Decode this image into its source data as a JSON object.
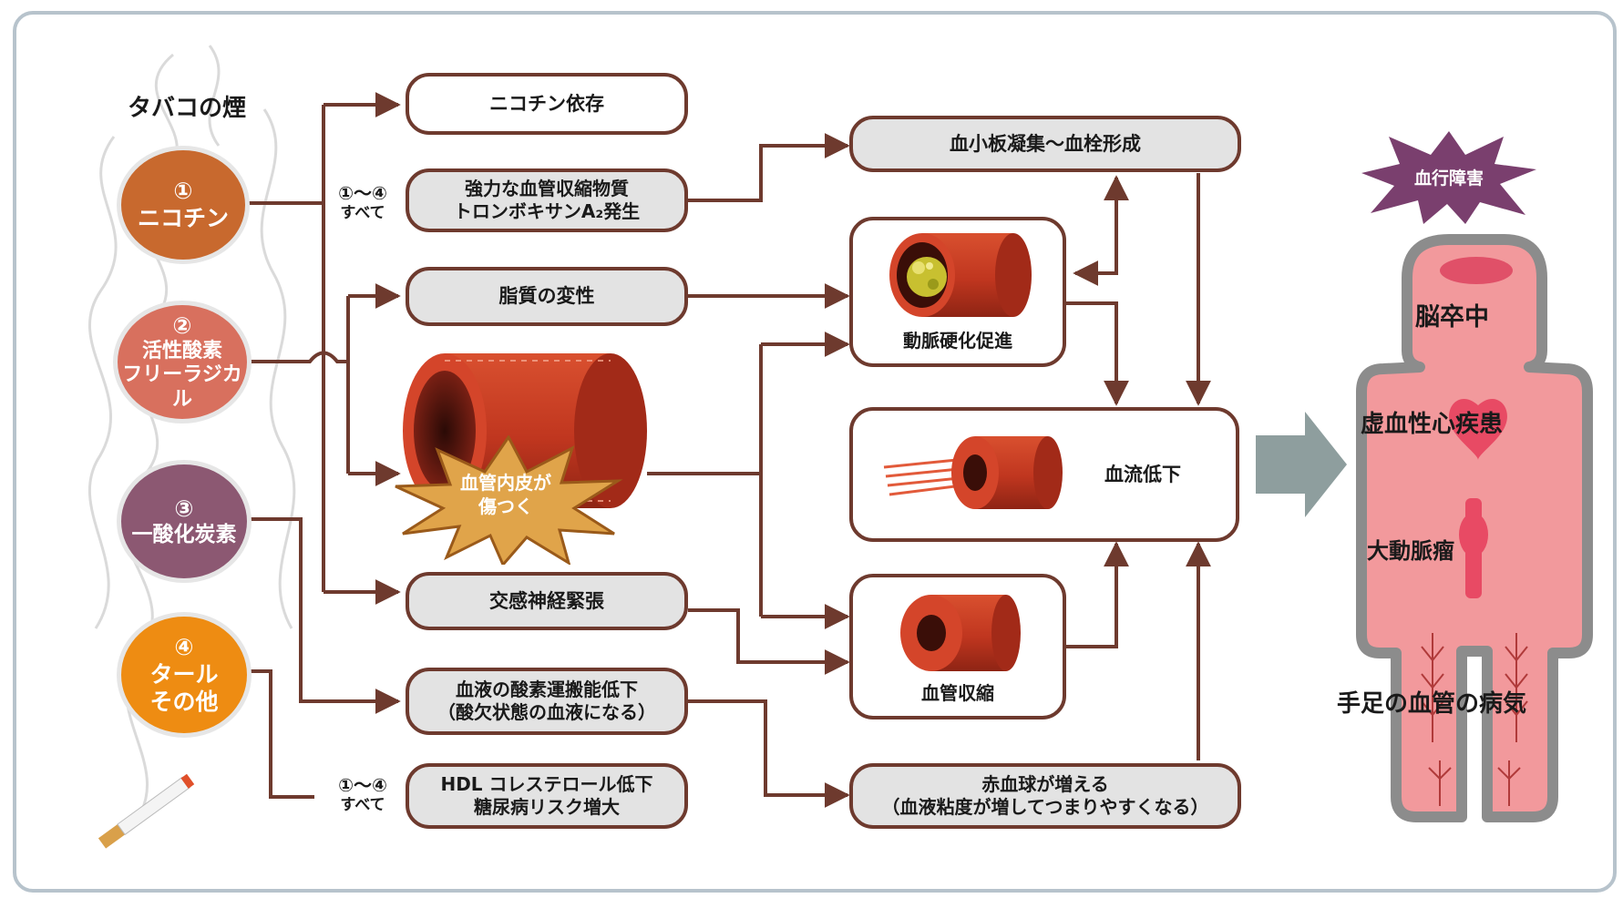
{
  "smoke_title": "タバコの煙",
  "sources": [
    {
      "num": "①",
      "lines": [
        "ニコチン"
      ],
      "color": "#c8692e"
    },
    {
      "num": "②",
      "lines": [
        "活性酸素",
        "フリーラジカル"
      ],
      "color": "#d8705e"
    },
    {
      "num": "③",
      "lines": [
        "一酸化炭素"
      ],
      "color": "#8c5872"
    },
    {
      "num": "④",
      "lines": [
        "タール",
        "その他"
      ],
      "color": "#ee8c12"
    }
  ],
  "all_note": {
    "nums": "①〜④",
    "text": "すべて"
  },
  "effects": {
    "nicotine_dependence": "ニコチン依存",
    "thromboxane_1": "強力な血管収縮物質",
    "thromboxane_2": "トロンボキサンA₂発生",
    "lipid_change": "脂質の変性",
    "endothelium_1": "血管内皮が",
    "endothelium_2": "傷つく",
    "sympathetic": "交感神経緊張",
    "oxygen_1": "血液の酸素運搬能低下",
    "oxygen_2": "（酸欠状態の血液になる）",
    "hdl_1": "HDL コレステロール低下",
    "hdl_2": "糖尿病リスク増大"
  },
  "outcomes": {
    "platelet": "血小板凝集〜血栓形成",
    "atherosclerosis": "動脈硬化促進",
    "blood_flow": "血流低下",
    "vasoconstriction": "血管収縮",
    "rbc_1": "赤血球が増える",
    "rbc_2": "（血液粘度が増してつまりやすくなる）"
  },
  "body": {
    "badge": "血行障害",
    "stroke": "脳卒中",
    "heart": "虚血性心疾患",
    "aneurysm": "大動脈瘤",
    "limbs": "手足の血管の病気"
  },
  "colors": {
    "line": "#6e3a2e",
    "box_grey": "#e3e3e3",
    "body_pink": "#f2999c",
    "body_outline": "#8c8c8c",
    "badge": "#7a3f6e",
    "arrow_grey": "#8e9e9e",
    "vessel": "#c0361f"
  }
}
